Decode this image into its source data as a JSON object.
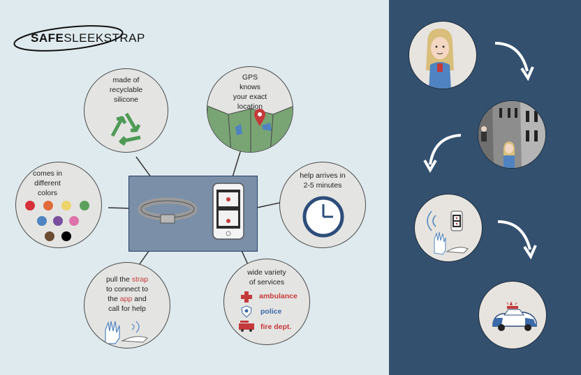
{
  "brand": {
    "bold": "SAFE",
    "regular": "SLEEKSTRAP"
  },
  "features": {
    "recycle": {
      "lines": [
        "made of",
        "recyclable",
        "silicone"
      ],
      "icon": "recycle-icon",
      "color": "#4f9a57"
    },
    "gps": {
      "lines": [
        "GPS",
        "knows",
        "your exact",
        "location"
      ],
      "icon": "map-pin-icon"
    },
    "help": {
      "lines": [
        "help arrives in",
        "2-5 minutes"
      ],
      "icon": "clock-icon"
    },
    "colors": {
      "lines": [
        "comes in",
        "different",
        "colors"
      ],
      "swatches": [
        "#d6303a",
        "#e06a3a",
        "#ecd36b",
        "#5aa05a",
        "#4f83c1",
        "#7a4f9e",
        "#dd72aa",
        "#6b4a32",
        "#000000"
      ]
    },
    "strap": {
      "pre1": "pull the ",
      "hl1": "strap",
      "mid": "to connect to",
      "pre2": "the ",
      "hl2": "app",
      "post2": " and",
      "last": "call for help",
      "highlight": "#c43a3a"
    },
    "services": {
      "lines": [
        "wide variety",
        "of services"
      ],
      "items": [
        {
          "label": "ambulance",
          "icon": "medical-cross-icon",
          "color": "#c43a3a"
        },
        {
          "label": "police",
          "icon": "police-badge-icon",
          "color": "#3b6aa8"
        },
        {
          "label": "fire dept.",
          "icon": "fire-truck-icon",
          "color": "#c43a3a"
        }
      ]
    }
  },
  "story": [
    "girl-with-phone",
    "followed-in-alley",
    "pull-strap-signal",
    "police-car-arrives"
  ],
  "colors": {
    "background_left": "#dfeaee",
    "background_right": "#33506e",
    "accent_red": "#c43a3a",
    "recycle_green": "#4f9a57"
  }
}
